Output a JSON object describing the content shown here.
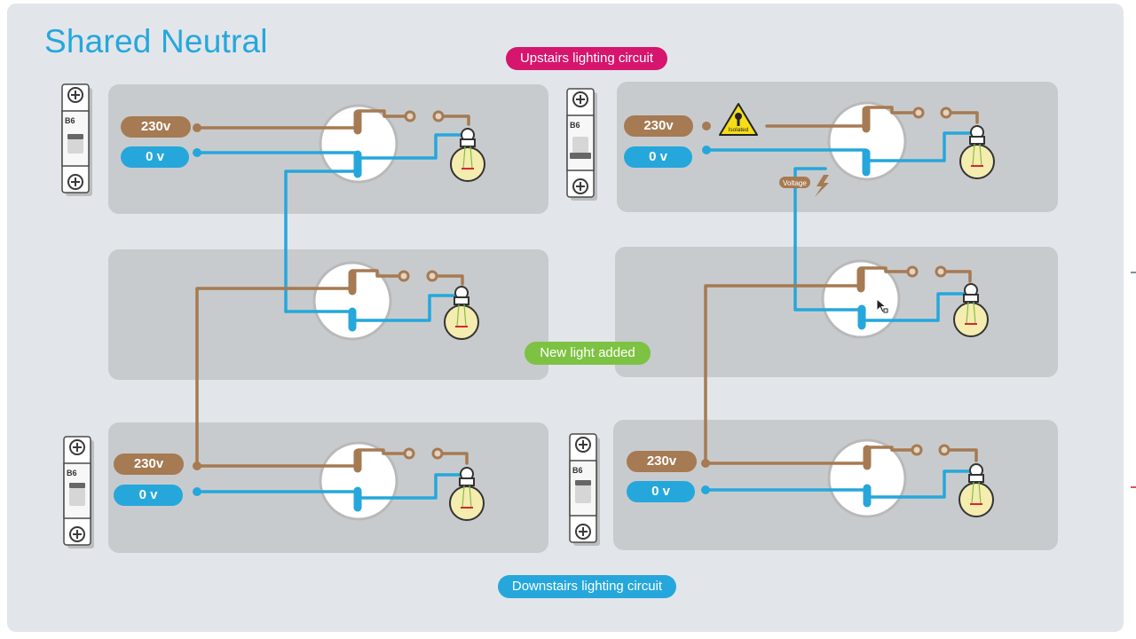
{
  "title": "Shared Neutral",
  "labels": {
    "upstairs": "Upstairs lighting circuit",
    "downstairs": "Downstairs lighting circuit",
    "new_light": "New light added",
    "isolated": "Isolated",
    "voltage": "Voltage"
  },
  "breaker": {
    "rating": "B6"
  },
  "supplies": {
    "up_left": {
      "live": "230v",
      "neutral": "0 v"
    },
    "up_right": {
      "live": "230v",
      "neutral": "0 v"
    },
    "down_left": {
      "live": "230v",
      "neutral": "0 v"
    },
    "down_right": {
      "live": "230v",
      "neutral": "0 v"
    }
  },
  "colors": {
    "title": "#25a7dc",
    "live_wire": "#a67a52",
    "neutral_wire": "#25a7dc",
    "upstairs_pill": "#d6156e",
    "downstairs_pill": "#25a7dc",
    "new_light_pill": "#7dc242",
    "panel": "#c8cbcd",
    "background": "#e2e6ea"
  }
}
